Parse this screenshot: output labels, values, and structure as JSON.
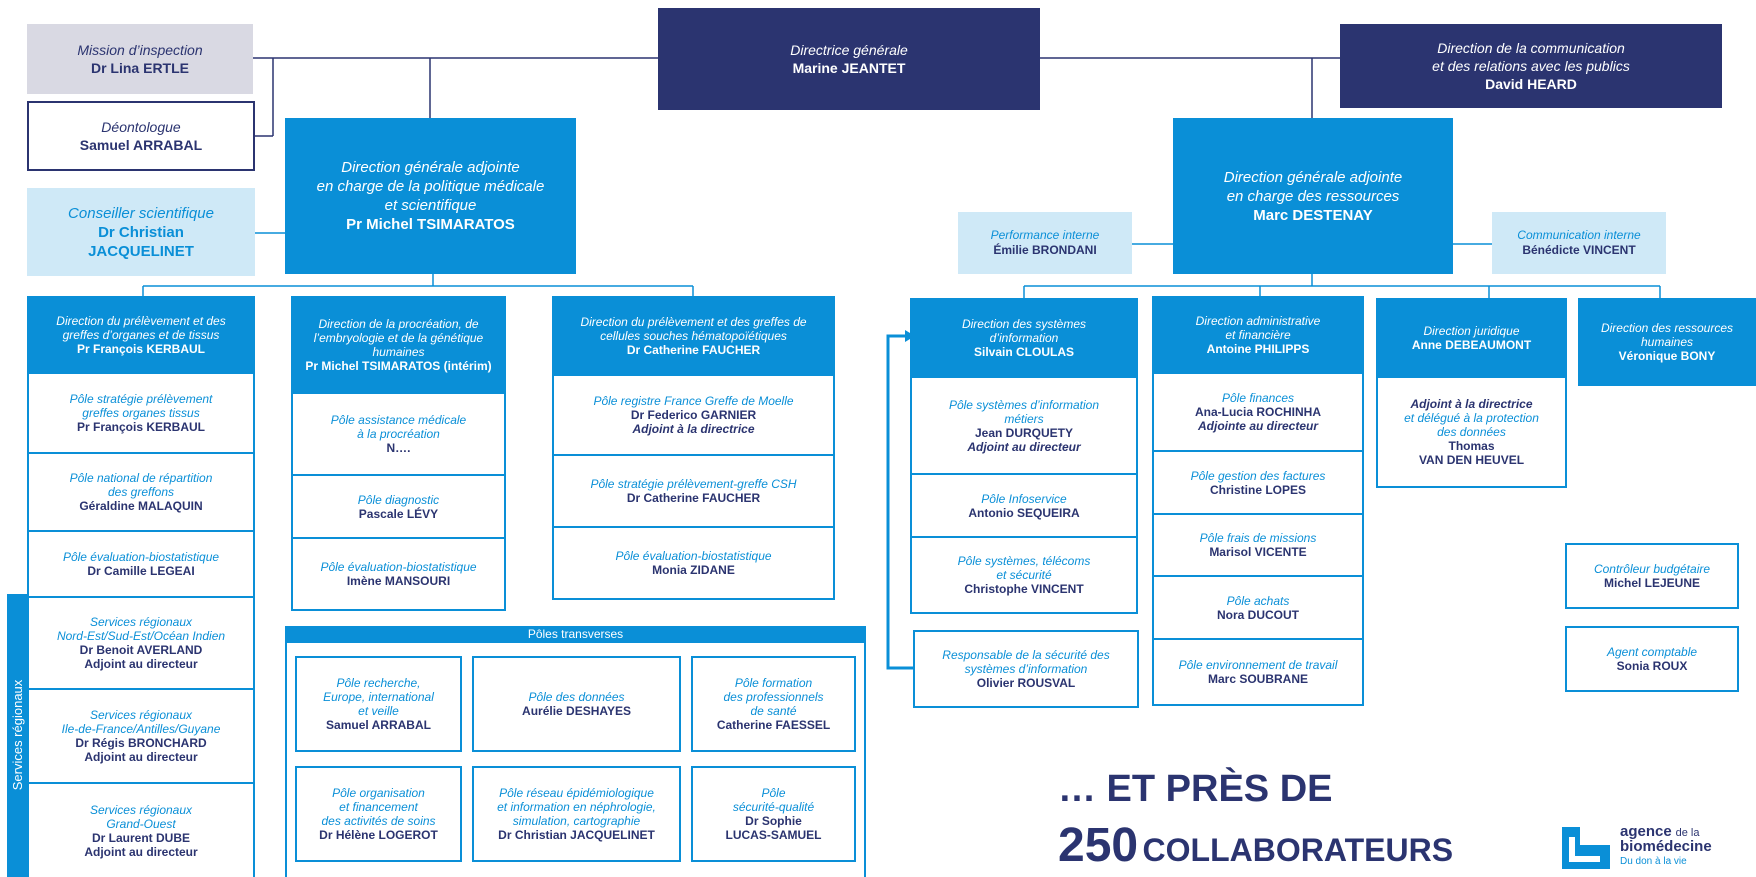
{
  "top_director": {
    "role": "Directrice générale",
    "name": "Marine JEANTET"
  },
  "mission": {
    "role": "Mission d’inspection",
    "name": "Dr Lina ERTLE"
  },
  "deontologue": {
    "role": "Déontologue",
    "name": "Samuel ARRABAL"
  },
  "conseiller": {
    "role": "Conseiller scientifique",
    "name1": "Dr Christian",
    "name2": "JACQUELINET"
  },
  "communication": {
    "role1": "Direction de la communication",
    "role2": "et des relations avec les publics",
    "name": "David HEARD"
  },
  "dga_medical": {
    "role1": "Direction générale adjointe",
    "role2": "en charge de la politique médicale",
    "role3": "et scientifique",
    "name": "Pr Michel TSIMARATOS"
  },
  "dga_ressources": {
    "role1": "Direction générale adjointe",
    "role2": "en charge des ressources",
    "name": "Marc DESTENAY"
  },
  "perf_interne": {
    "role": "Performance interne",
    "name": "Émilie BRONDANI"
  },
  "comm_interne": {
    "role": "Communication interne",
    "name": "Bénédicte VINCENT"
  },
  "col_organes": {
    "head": {
      "r1": "Direction du prélèvement et des",
      "r2": "greffes d’organes et de tissus",
      "n": "Pr François KERBAUL"
    },
    "cells": [
      {
        "r1": "Pôle stratégie prélèvement",
        "r2": "greffes organes tissus",
        "n": "Pr François KERBAUL"
      },
      {
        "r1": "Pôle national de répartition",
        "r2": "des greffons",
        "n": "Géraldine MALAQUIN"
      },
      {
        "r1": "Pôle évaluation-biostatistique",
        "n": "Dr Camille LEGEAI"
      },
      {
        "r1": "Services régionaux",
        "r2": "Nord-Est/Sud-Est/Océan Indien",
        "n": "Dr Benoit AVERLAND",
        "n2": "Adjoint au directeur"
      },
      {
        "r1": "Services régionaux",
        "r2": "Ile-de-France/Antilles/Guyane",
        "n": "Dr Régis BRONCHARD",
        "n2": "Adjoint au directeur"
      },
      {
        "r1": "Services régionaux",
        "r2": "Grand-Ouest",
        "n": "Dr Laurent DUBE",
        "n2": "Adjoint au directeur"
      }
    ]
  },
  "services_regionaux_label": "Services régionaux",
  "col_procreation": {
    "head": {
      "r1": "Direction de la procréation, de",
      "r2": "l’embryologie et de la génétique",
      "r3": "humaines",
      "n": "Pr Michel TSIMARATOS (intérim)"
    },
    "cells": [
      {
        "r1": "Pôle assistance médicale",
        "r2": "à la procréation",
        "n": "N…."
      },
      {
        "r1": "Pôle diagnostic",
        "n": "Pascale LÉVY"
      },
      {
        "r1": "Pôle évaluation-biostatistique",
        "n": "Imène MANSOURI"
      }
    ]
  },
  "col_cellules": {
    "head": {
      "r1": "Direction du prélèvement et des greffes de",
      "r2": "cellules souches hématopoïétiques",
      "n": "Dr Catherine FAUCHER"
    },
    "cells": [
      {
        "r1": "Pôle registre France Greffe de Moelle",
        "n": "Dr Federico GARNIER",
        "a": "Adjoint à la directrice"
      },
      {
        "r1": "Pôle stratégie prélèvement-greffe CSH",
        "n": "Dr Catherine FAUCHER"
      },
      {
        "r1": "Pôle évaluation-biostatistique",
        "n": "Monia ZIDANE"
      }
    ]
  },
  "poles_transverses": {
    "title": "Pôles transverses",
    "cells": [
      {
        "r1": "Pôle recherche,",
        "r2": "Europe, international",
        "r3": "et veille",
        "n": "Samuel ARRABAL"
      },
      {
        "r1": "Pôle des données",
        "n": "Aurélie DESHAYES"
      },
      {
        "r1": "Pôle formation",
        "r2": "des professionnels",
        "r3": "de santé",
        "n": "Catherine FAESSEL"
      },
      {
        "r1": "Pôle organisation",
        "r2": "et financement",
        "r3": "des activités de soins",
        "n": "Dr Hélène LOGEROT"
      },
      {
        "r1": "Pôle réseau épidémiologique",
        "r2": "et information en néphrologie,",
        "r3": "simulation, cartographie",
        "n": "Dr Christian JACQUELINET"
      },
      {
        "r1": "Pôle",
        "r2": "sécurité-qualité",
        "n": "Dr Sophie",
        "n2": "LUCAS-SAMUEL"
      }
    ]
  },
  "col_si": {
    "head": {
      "r1": "Direction des systèmes",
      "r2": "d’information",
      "n": "Silvain CLOULAS"
    },
    "cells": [
      {
        "r1": "Pôle systèmes d’information",
        "r2": "métiers",
        "n": "Jean DURQUETY",
        "a": "Adjoint au directeur"
      },
      {
        "r1": "Pôle Infoservice",
        "n": "Antonio SEQUEIRA"
      },
      {
        "r1": "Pôle systèmes, télécoms",
        "r2": "et sécurité",
        "n": "Christophe VINCENT"
      }
    ]
  },
  "rssi": {
    "r1": "Responsable de la sécurité des",
    "r2": "systèmes d’information",
    "n": "Olivier ROUSVAL"
  },
  "col_admin": {
    "head": {
      "r1": "Direction administrative",
      "r2": "et financière",
      "n": "Antoine PHILIPPS"
    },
    "cells": [
      {
        "r1": "Pôle finances",
        "n": "Ana-Lucia ROCHINHA",
        "a": "Adjointe au directeur"
      },
      {
        "r1": "Pôle gestion des factures",
        "n": "Christine LOPES"
      },
      {
        "r1": "Pôle frais de missions",
        "n": "Marisol VICENTE"
      },
      {
        "r1": "Pôle achats",
        "n": "Nora DUCOUT"
      },
      {
        "r1": "Pôle environnement de travail",
        "n": "Marc SOUBRANE"
      }
    ]
  },
  "col_juridique": {
    "head": {
      "r1": "Direction juridique",
      "n": "Anne DEBEAUMONT"
    },
    "cell": {
      "a": "Adjoint à la directrice",
      "r1": "et délégué à la protection",
      "r2": "des données",
      "n": "Thomas",
      "n2": "VAN DEN HEUVEL"
    }
  },
  "rh": {
    "r1": "Direction des ressources",
    "r2": "humaines",
    "n": "Véronique BONY"
  },
  "controleur": {
    "r1": "Contrôleur budgétaire",
    "n": "Michel LEJEUNE"
  },
  "agent": {
    "r1": "Agent comptable",
    "n": "Sonia ROUX"
  },
  "tagline": {
    "line1": "… ET PRÈS DE",
    "number": "250",
    "word": "COLLABORATEURS"
  },
  "logo": {
    "brand": "agence",
    "de": "de la",
    "name": "biomédecine",
    "sub": "Du don à la vie"
  },
  "colors": {
    "navy": "#2b3470",
    "blue": "#0a8fd7",
    "pale": "#cfe9f7",
    "grey": "#d9d9e3"
  }
}
